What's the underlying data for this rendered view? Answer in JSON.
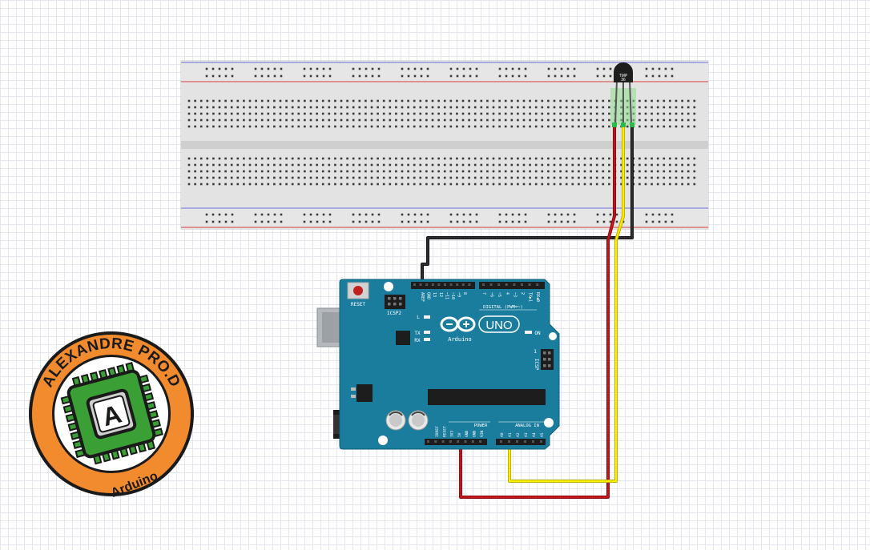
{
  "arduino": {
    "reset_label": "RESET",
    "icsp2_label": "ICSP2",
    "icsp_label": "ICSP",
    "digital_label": "DIGITAL (PWM=~)",
    "analog_in_label": "ANALOG IN",
    "power_label": "POWER",
    "brand_label": "Arduino",
    "model_label": "UNO",
    "on_label": "ON",
    "l_label": "L",
    "tx_label": "TX",
    "rx_label": "RX",
    "icsp_pin1_label": "1",
    "top_header_pins": [
      "AREF",
      "GND",
      "13",
      "12",
      "~11",
      "~10",
      "~9",
      "8"
    ],
    "top_header_pins_right": [
      "7",
      "~6",
      "~5",
      "4",
      "~3",
      "2",
      "TX▶1",
      "RX◀0"
    ],
    "power_pins": [
      "IOREF",
      "RESET",
      "3V3",
      "5V",
      "GND",
      "GND",
      "VIN"
    ],
    "analog_pins": [
      "A0",
      "A1",
      "A2",
      "A3",
      "A4",
      "A5"
    ]
  },
  "sensor": {
    "label_line1": "TMP",
    "label_line2": "36"
  },
  "logo": {
    "title": "ALEXANDRE PRO.D",
    "subtitle": "Arduino",
    "chip_letter": "A",
    "ring_color": "#f28a2e",
    "chip_color": "#3aa035"
  },
  "colors": {
    "wire_red": "#c4141a",
    "wire_yellow": "#ffee00",
    "wire_black": "#1a1a1a",
    "board_blue": "#1a7d9e",
    "breadboard": "#dededf"
  }
}
